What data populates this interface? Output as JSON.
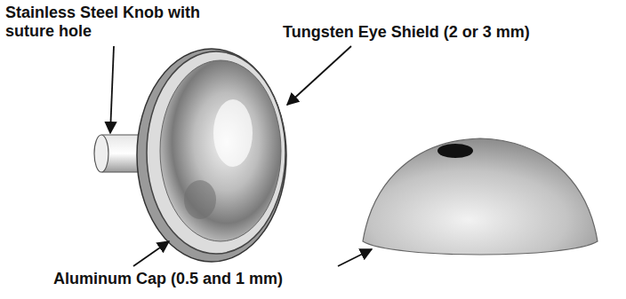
{
  "diagram": {
    "labels": [
      "Stainless Steel Knob with suture hole",
      "Tungsten Eye Shield (2 or 3 mm)",
      "Aluminum Cap (0.5 and 1 mm)"
    ]
  }
}
